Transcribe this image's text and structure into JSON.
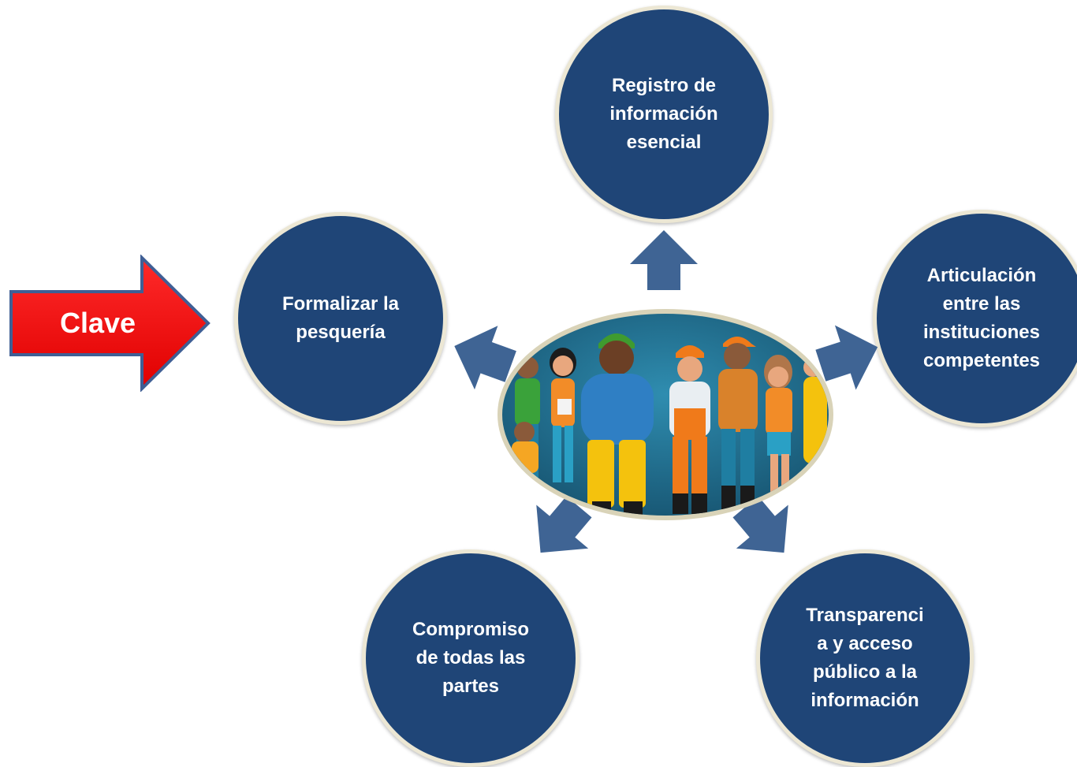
{
  "center_image": {
    "icon": "group-of-workers-illustration"
  },
  "colors": {
    "node_fill": "#1f4577",
    "node_border": "#ece7d4",
    "arrow_fill": "#3f6494",
    "clave_fill": "#ff0000",
    "clave_border": "#3f5f95"
  },
  "clave": {
    "label": "Clave"
  },
  "nodes": {
    "registro": "Registro de\ninformación\nesencial",
    "formalizar": "Formalizar la\npesquería",
    "articulacion": "Articulación\nentre las\ninstituciones\ncompetentes",
    "compromiso": "Compromiso\nde todas las\npartes",
    "transparencia": "Transparenci\na y acceso\npúblico a la\ninformación"
  }
}
